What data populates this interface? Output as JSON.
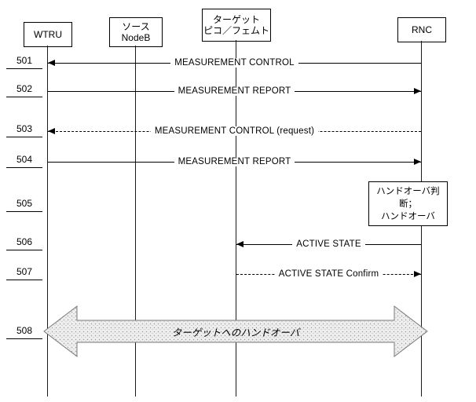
{
  "colors": {
    "line": "#000000",
    "big_arrow_fill": "#eeeeee",
    "big_arrow_dot": "#9a9a9a",
    "big_arrow_outline": "#777777"
  },
  "actors": {
    "wtru": "WTRU",
    "source_line1": "ソース",
    "source_line2": "NodeB",
    "target_line1": "ターゲット",
    "target_line2": "ピコ／フェムト",
    "rnc": "RNC"
  },
  "steps": {
    "s501": {
      "num": "501",
      "label": "MEASUREMENT CONTROL"
    },
    "s502": {
      "num": "502",
      "label": "MEASUREMENT REPORT"
    },
    "s503": {
      "num": "503",
      "label": "MEASUREMENT CONTROL (request)"
    },
    "s504": {
      "num": "504",
      "label": "MEASUREMENT REPORT"
    },
    "s505": {
      "num": "505",
      "line1": "ハンドオーバ判断；",
      "line2": "ハンドオーバ"
    },
    "s506": {
      "num": "506",
      "label": "ACTIVE STATE"
    },
    "s507": {
      "num": "507",
      "label": "ACTIVE STATE Confirm"
    },
    "s508": {
      "num": "508",
      "label": "ターゲットへのハンドオーバ"
    }
  }
}
